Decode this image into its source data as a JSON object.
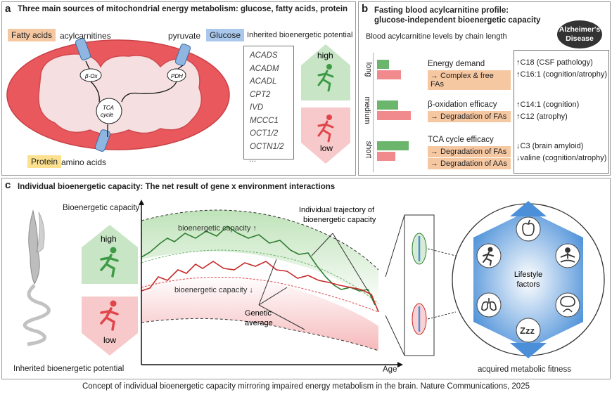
{
  "panel_a": {
    "letter": "a",
    "title": "Three main sources of mitochondrial energy metabolism: glucose, fatty acids, protein",
    "fatty_acids": "Fatty acids",
    "acylcarnitines": "acylcarnitines",
    "pyruvate": "pyruvate",
    "glucose": "Glucose",
    "protein": "Protein",
    "amino_acids": "amino acids",
    "beta_ox": "β-Ox",
    "pdh": "PDH",
    "tca_1": "TCA",
    "tca_2": "cycle",
    "inherited_title": "Inherited bioenergetic potential",
    "genes": [
      "ACADS",
      "ACADM",
      "ACADL",
      "CPT2",
      "IVD",
      "MCCC1",
      "OCT1/2",
      "OCTN1/2",
      "..."
    ],
    "high": "high",
    "low": "low"
  },
  "panel_b": {
    "letter": "b",
    "title_1": "Fasting blood acylcarnitine profile:",
    "title_2": "glucose-independent bioenergetic capacity",
    "subtitle": "Blood acylcarnitine levels by chain length",
    "badge_1": "Alzheimer's",
    "badge_2": "Disease",
    "rows": [
      {
        "label": "long",
        "heading": "Energy demand",
        "arrows": [
          "→ Complex & free FAs"
        ],
        "markers": [
          "↑C18   (CSF pathology)",
          "↑C16:1 (cognition/atrophy)"
        ],
        "green": 0.28,
        "red": 0.55
      },
      {
        "label": "medium",
        "heading": "β-oxidation efficacy",
        "arrows": [
          "→ Degradation of FAs"
        ],
        "markers": [
          "↑C14:1 (cognition)",
          "↑C12    (atrophy)"
        ],
        "green": 0.48,
        "red": 0.78
      },
      {
        "label": "short",
        "heading": "TCA cycle efficacy",
        "arrows": [
          "→ Degradation of FAs",
          "→ Degradation of AAs"
        ],
        "markers": [
          "↓C3     (brain amyloid)",
          "↓valine (cognition/atrophy)"
        ],
        "green": 0.72,
        "red": 0.42
      }
    ]
  },
  "panel_c": {
    "letter": "c",
    "title": "Individual bioenergetic capacity: The net result of gene x environment interactions",
    "y_label": "Bioenergetic capacity",
    "x_label": "Age",
    "high": "high",
    "low": "low",
    "inherited": "Inherited bioenergetic potential",
    "band_high": "bioenergetic capacity ↑",
    "band_low": "bioenergetic capacity ↓",
    "trajectory_1": "Individual trajectory of",
    "trajectory_2": "bioenergetic capacity",
    "genetic_1": "Genetic",
    "genetic_2": "average",
    "lifestyle_1": "Lifestyle",
    "lifestyle_2": "factors",
    "zzz": "Zzz",
    "acquired": "acquired metabolic fitness"
  },
  "caption": "Concept of individual bioenergetic capacity mirroring impaired energy metabolism in the brain. Nature Communications, 2025",
  "colors": {
    "green": "#6cb56c",
    "red": "#e0454a",
    "blue": "#4a8fd8",
    "orange": "#f6c8a2"
  }
}
